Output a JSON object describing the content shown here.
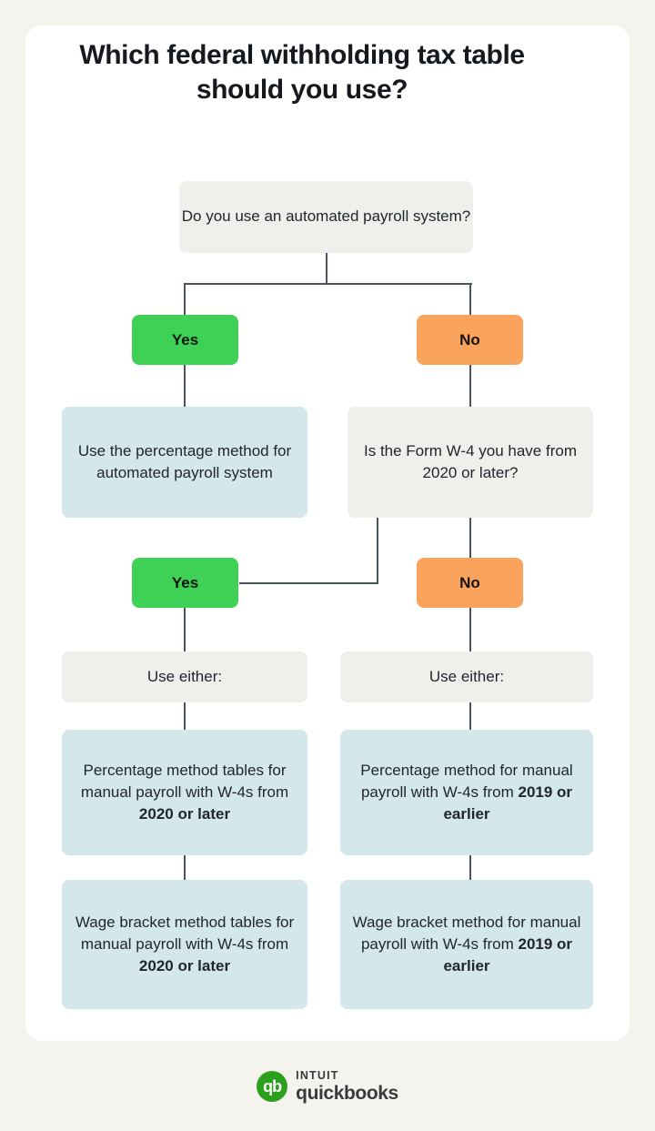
{
  "page": {
    "background_color": "#f5f3ee",
    "card_color": "#ffffff"
  },
  "title": "Which federal withholding tax table should you use?",
  "colors": {
    "yes_green": "#3fd155",
    "no_orange": "#faa35c",
    "answer_blue": "#d4e8ec",
    "question_gray": "#eff0ec",
    "line": "#4a5260",
    "logo_green": "#2ca01c"
  },
  "flow": {
    "q1": {
      "text": "Do you use an automated payroll system?"
    },
    "q1_yes": {
      "label": "Yes"
    },
    "q1_no": {
      "label": "No"
    },
    "a_automated": {
      "text": "Use the percentage method for automated payroll system"
    },
    "q2": {
      "text": "Is the Form W-4 you have from 2020 or later?"
    },
    "q2_yes": {
      "label": "Yes"
    },
    "q2_no": {
      "label": "No"
    },
    "left_use_either": {
      "text": "Use either:"
    },
    "right_use_either": {
      "text": "Use either:"
    },
    "left_option_1": {
      "text_plain": "Percentage method tables for manual payroll with W-4s from ",
      "text_bold": "2020 or later"
    },
    "left_option_2": {
      "text_plain": "Wage bracket method tables for manual payroll with W-4s from ",
      "text_bold": "2020 or later"
    },
    "right_option_1": {
      "text_plain": "Percentage method for manual payroll with W-4s from ",
      "text_bold": "2019 or earlier"
    },
    "right_option_2": {
      "text_plain": "Wage bracket method for manual payroll with W-4s from ",
      "text_bold": "2019 or earlier"
    }
  },
  "footer": {
    "logo_mark": "qb",
    "brand_top": "INTUIT",
    "brand_bottom": "quickbooks"
  }
}
